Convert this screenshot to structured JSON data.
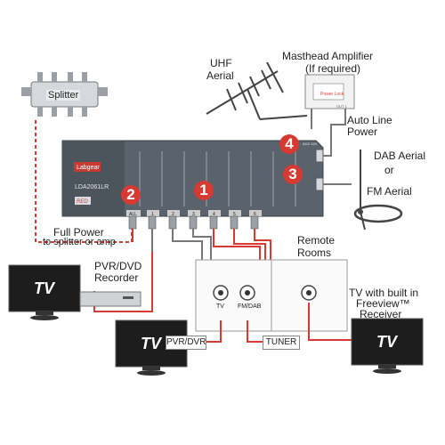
{
  "labels": {
    "splitter": "Splitter",
    "uhf_line1": "UHF",
    "uhf_line2": "Aerial",
    "masthead_line1": "Masthead Amplifier",
    "masthead_line2": "(If required)",
    "auto_line1": "Auto Line",
    "auto_line2": "Power",
    "dab_line1": "DAB Aerial",
    "dab_line2": "or",
    "dab_line3": "FM Aerial",
    "full_power_line1": "Full Power",
    "full_power_line2": "to splitter or amp",
    "pvr_line1": "PVR/DVD",
    "pvr_line2": "Recorder",
    "remote_line1": "Remote",
    "remote_line2": "Rooms",
    "tv_builtin_line1": "TV with built in",
    "tv_builtin_line2": "Freeview™",
    "tv_builtin_line3": "Receiver",
    "pvr_dvr_box": "PVR/DVR",
    "tuner_box": "TUNER",
    "plate_tv": "TV",
    "plate_fmdab": "FM/DAB"
  },
  "device": {
    "brand": "Labgear",
    "model": "LDA2061LR",
    "variant": "RED",
    "port_all": "ALL",
    "ports": [
      "1",
      "2",
      "3",
      "4",
      "5",
      "6"
    ],
    "aux_label": "AUX 12V",
    "masthead_power_text": "Power Lock",
    "masthead_out_text": "OUT 1"
  },
  "badges": [
    "1",
    "2",
    "3",
    "4"
  ],
  "tv_text": "TV",
  "colors": {
    "badge_red": "#d63a32",
    "cable_red": "#d63a32",
    "cable_gray": "#777777",
    "device_body": "#5a626b",
    "screen_dark": "#1d1d1d"
  }
}
